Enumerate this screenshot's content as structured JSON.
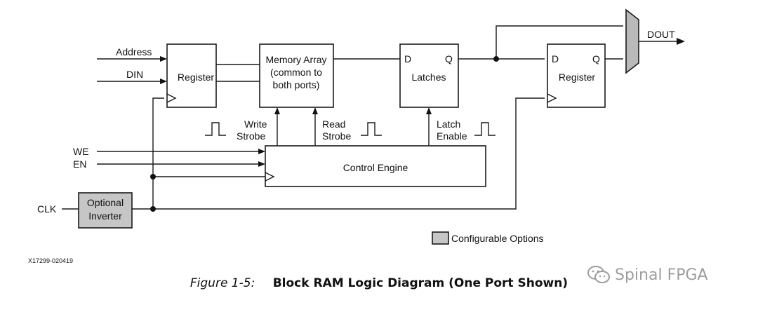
{
  "diagram": {
    "inputs": {
      "address": "Address",
      "din": "DIN",
      "we": "WE",
      "en": "EN",
      "clk": "CLK"
    },
    "blocks": {
      "register_in": "Register",
      "memory_array": [
        "Memory Array",
        "(common to",
        "both ports)"
      ],
      "latches": "Latches",
      "register_out": "Register",
      "control_engine": "Control Engine",
      "optional_inverter": [
        "Optional",
        "Inverter"
      ]
    },
    "pins": {
      "d": "D",
      "q": "Q"
    },
    "signals": {
      "write_strobe": [
        "Write",
        "Strobe"
      ],
      "read_strobe": [
        "Read",
        "Strobe"
      ],
      "latch_enable": [
        "Latch",
        "Enable"
      ]
    },
    "output": "DOUT",
    "legend": {
      "label": "Configurable Options",
      "swatch_color": "#c6c6c6"
    },
    "drawing_id": "X17299-020419"
  },
  "caption": {
    "number": "Figure 1-5:",
    "title": "Block RAM Logic Diagram (One Port Shown)"
  },
  "watermark": {
    "text": "Spinal FPGA",
    "icon": "wechat-icon"
  }
}
